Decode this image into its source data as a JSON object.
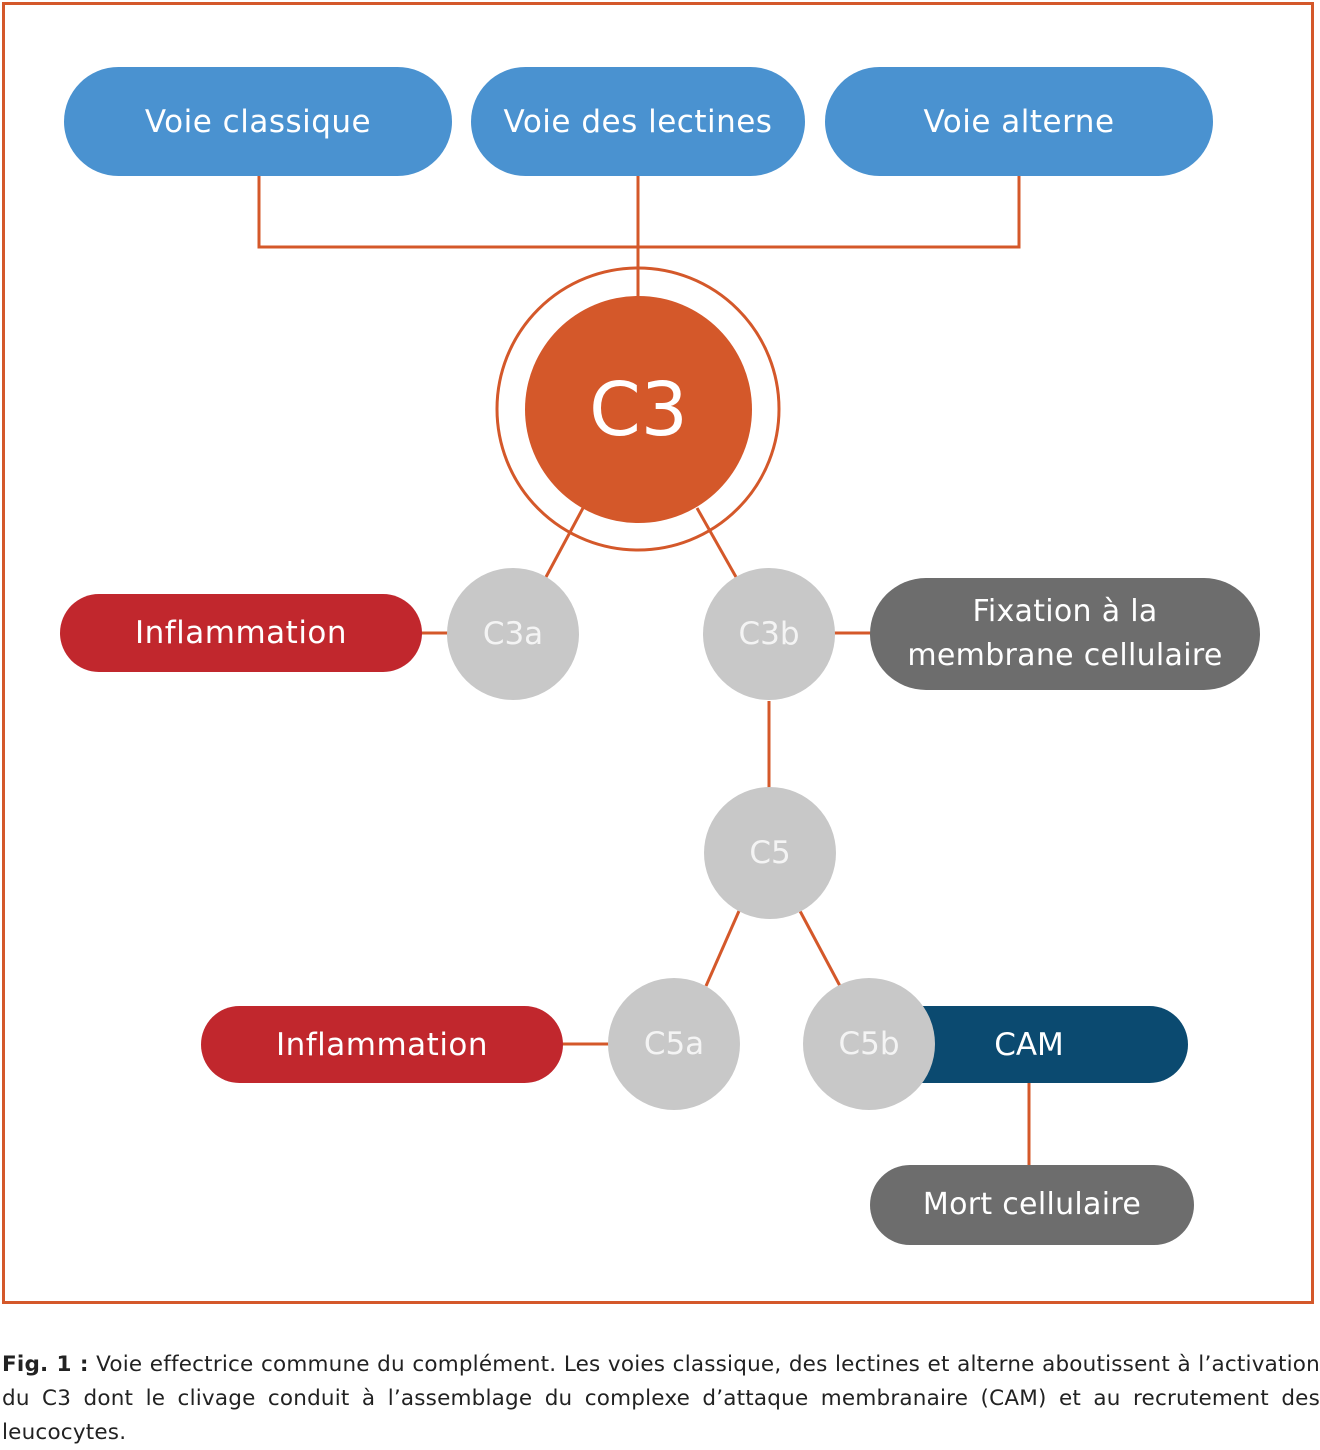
{
  "figure": {
    "pathways": [
      {
        "label": "Voie classique"
      },
      {
        "label": "Voie des lectines"
      },
      {
        "label": "Voie alterne"
      }
    ],
    "central_node": {
      "label": "C3"
    },
    "nodes": {
      "c3a": "C3a",
      "c3b": "C3b",
      "c5": "C5",
      "c5a": "C5a",
      "c5b": "C5b"
    },
    "outcomes": {
      "c3a_effect": "Inflammation",
      "c3b_effect_line1": "Fixation à la",
      "c3b_effect_line2": "membrane cellulaire",
      "c5a_effect": "Inflammation",
      "c5b_complex": "CAM",
      "cam_effect": "Mort cellulaire"
    },
    "colors": {
      "frame": "#d4582a",
      "connector": "#d4582a",
      "pathway": "#4a92d0",
      "c3": "#d4582a",
      "fragment": "#c8c8c8",
      "inflammation": "#c1272d",
      "cellular": "#6d6d6d",
      "cam": "#0b4a70"
    }
  },
  "caption": {
    "label": "Fig. 1 :",
    "text": " Voie effectrice commune du complément. Les voies classique, des lectines et alterne aboutissent à l’activation du C3 dont le clivage conduit à l’assemblage du complexe d’attaque membranaire (CAM) et au recrutement des leucocytes."
  }
}
